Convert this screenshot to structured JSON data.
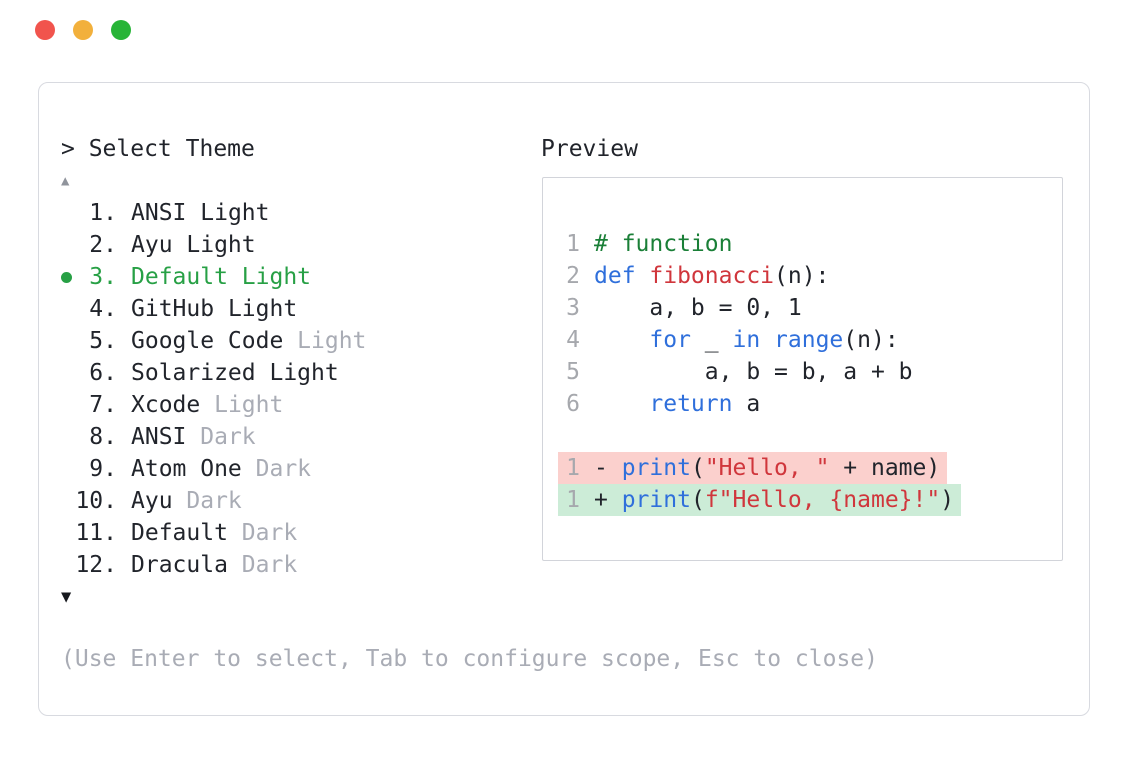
{
  "colors": {
    "selected_green": "#27a045",
    "dim_gray": "#a9acb5",
    "text": "#21242b",
    "keyword_blue": "#2f6fdb",
    "function_red": "#d0363c",
    "string_red": "#d0363c",
    "comment_green": "#1a7f37",
    "line_number_gray": "#a6a8ad",
    "removed_bg": "#fbd0cd",
    "added_bg": "#ccecd7",
    "traffic_red": "#f1544d",
    "traffic_yellow": "#f2b03c",
    "traffic_green": "#27b437"
  },
  "window": {
    "buttons": [
      "close",
      "minimize",
      "zoom"
    ]
  },
  "theme_picker": {
    "prompt": "> Select Theme",
    "scroll_up": "▲",
    "scroll_down": "▼",
    "hint": "(Use Enter to select, Tab to configure scope, Esc to close)",
    "items": [
      {
        "number": "1.",
        "base": "ANSI",
        "variant": "Light",
        "dim_variant": false,
        "selected": false
      },
      {
        "number": "2.",
        "base": "Ayu",
        "variant": "Light",
        "dim_variant": false,
        "selected": false
      },
      {
        "number": "3.",
        "base": "Default",
        "variant": "Light",
        "dim_variant": false,
        "selected": true
      },
      {
        "number": "4.",
        "base": "GitHub",
        "variant": "Light",
        "dim_variant": false,
        "selected": false
      },
      {
        "number": "5.",
        "base": "Google Code",
        "variant": "Light",
        "dim_variant": true,
        "selected": false
      },
      {
        "number": "6.",
        "base": "Solarized",
        "variant": "Light",
        "dim_variant": false,
        "selected": false
      },
      {
        "number": "7.",
        "base": "Xcode",
        "variant": "Light",
        "dim_variant": true,
        "selected": false
      },
      {
        "number": "8.",
        "base": "ANSI",
        "variant": "Dark",
        "dim_variant": true,
        "selected": false
      },
      {
        "number": "9.",
        "base": "Atom One",
        "variant": "Dark",
        "dim_variant": true,
        "selected": false
      },
      {
        "number": "10.",
        "base": "Ayu",
        "variant": "Dark",
        "dim_variant": true,
        "selected": false
      },
      {
        "number": "11.",
        "base": "Default",
        "variant": "Dark",
        "dim_variant": true,
        "selected": false
      },
      {
        "number": "12.",
        "base": "Dracula",
        "variant": "Dark",
        "dim_variant": true,
        "selected": false
      }
    ]
  },
  "preview": {
    "title": "Preview",
    "code_lines": [
      {
        "num": "1",
        "tokens": [
          {
            "t": "# function",
            "c": "comment"
          }
        ]
      },
      {
        "num": "2",
        "tokens": [
          {
            "t": "def ",
            "c": "kw"
          },
          {
            "t": "fibonacci",
            "c": "fn"
          },
          {
            "t": "(n):",
            "c": "plain"
          }
        ]
      },
      {
        "num": "3",
        "tokens": [
          {
            "t": "    a, b = 0, 1",
            "c": "plain"
          }
        ]
      },
      {
        "num": "4",
        "tokens": [
          {
            "t": "    ",
            "c": "plain"
          },
          {
            "t": "for",
            "c": "kw"
          },
          {
            "t": " _ ",
            "c": "plain"
          },
          {
            "t": "in",
            "c": "kw"
          },
          {
            "t": " ",
            "c": "plain"
          },
          {
            "t": "range",
            "c": "kw"
          },
          {
            "t": "(n):",
            "c": "plain"
          }
        ]
      },
      {
        "num": "5",
        "tokens": [
          {
            "t": "        a, b = b, a + b",
            "c": "plain"
          }
        ]
      },
      {
        "num": "6",
        "tokens": [
          {
            "t": "    ",
            "c": "plain"
          },
          {
            "t": "return",
            "c": "kw"
          },
          {
            "t": " a",
            "c": "plain"
          }
        ]
      }
    ],
    "diff_lines": [
      {
        "num": "1",
        "kind": "removed",
        "tokens": [
          {
            "t": "- ",
            "c": "plain"
          },
          {
            "t": "print",
            "c": "kw"
          },
          {
            "t": "(",
            "c": "plain"
          },
          {
            "t": "\"Hello, \"",
            "c": "str"
          },
          {
            "t": " + name)",
            "c": "plain"
          }
        ]
      },
      {
        "num": "1",
        "kind": "added",
        "tokens": [
          {
            "t": "+ ",
            "c": "plain"
          },
          {
            "t": "print",
            "c": "kw"
          },
          {
            "t": "(",
            "c": "plain"
          },
          {
            "t": "f\"Hello, {name}!\"",
            "c": "str"
          },
          {
            "t": ")",
            "c": "plain"
          }
        ]
      }
    ]
  }
}
